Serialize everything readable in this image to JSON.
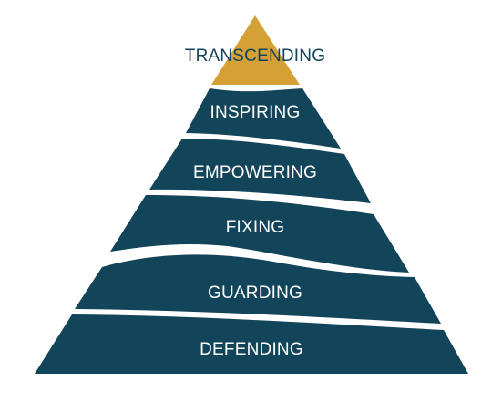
{
  "pyramid": {
    "apex": {
      "label": "TRANSCENDING",
      "color": "#d5a035"
    },
    "layers": [
      {
        "label": "INSPIRING",
        "color": "#13455a"
      },
      {
        "label": "EMPOWERING",
        "color": "#13455a"
      },
      {
        "label": "FIXING",
        "color": "#13455a"
      },
      {
        "label": "GUARDING",
        "color": "#13455a"
      },
      {
        "label": "DEFENDING",
        "color": "#13455a"
      }
    ]
  }
}
